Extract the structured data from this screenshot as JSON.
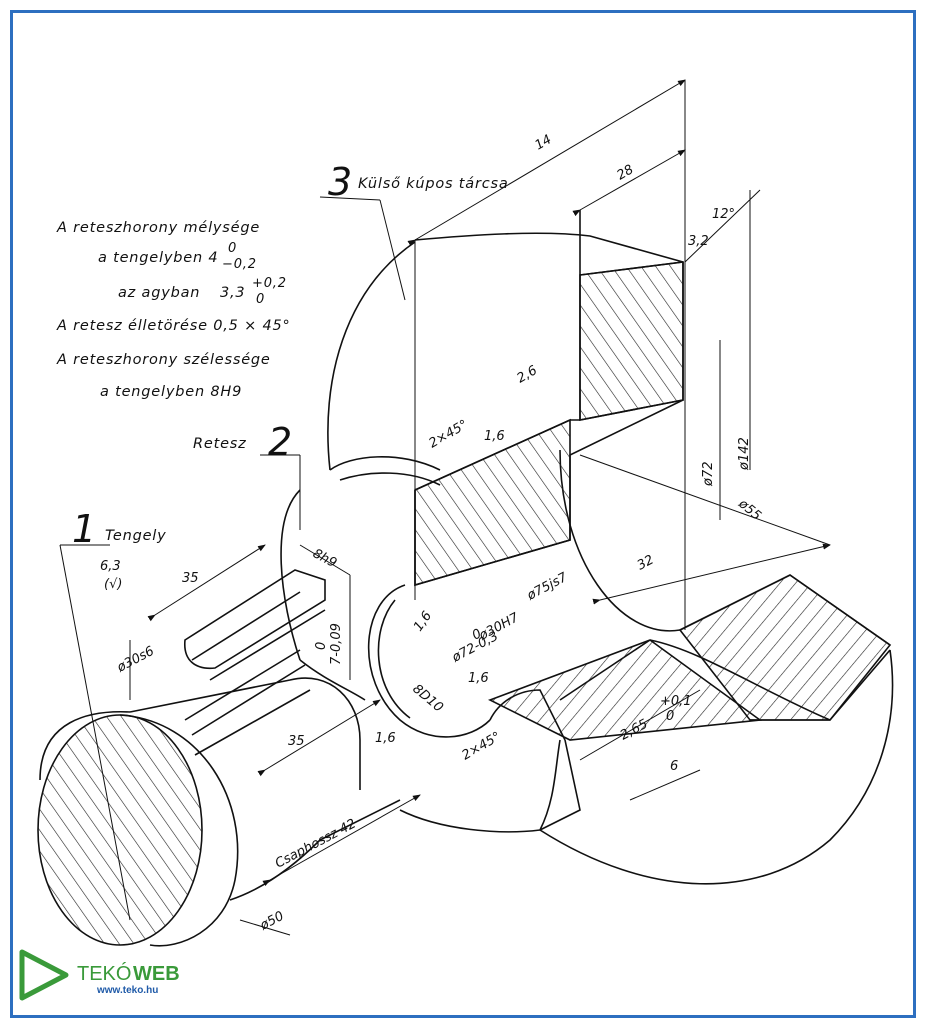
{
  "notes": {
    "line1": "A reteszhorony  mélysége",
    "line2": "a tengelyben  4",
    "line2_sup": "0",
    "line2_sub": "−0,2",
    "line3": "az agyban",
    "line3_val": "3,3",
    "line3_sup": "+0,2",
    "line3_sub": "0",
    "line4": "A retesz élletörése 0,5 × 45°",
    "line5": "A reteszhorony szélessége",
    "line6": "a tengelyben 8H9"
  },
  "parts": {
    "p1_num": "1",
    "p1_name": "Tengely",
    "p2_num": "2",
    "p2_name": "Retesz",
    "p3_num": "3",
    "p3_name": "Külső kúpos tárcsa"
  },
  "dims": {
    "d14": "14",
    "d28": "28",
    "d12deg": "12°",
    "d32a": "3,2",
    "d26": "2,6",
    "d2x45a": "2×45°",
    "d16a": "1,6",
    "d72": "ø72",
    "d142": "ø142",
    "d55": "ø55",
    "d32": "32",
    "d75js7": "ø75js7",
    "d8h9": "8h9",
    "d35a": "35",
    "d63": "6,3",
    "d63b": "(√)",
    "d30s6": "ø30s6",
    "d7009": "7-0,09",
    "d7009sup": "0",
    "d16b": "1,6",
    "d30H7": "ø30H7",
    "d72_03": "ø72-0,3",
    "d72_03sup": "0",
    "d8D10": "8D10",
    "d16c": "1,6",
    "d35b": "35",
    "d16d": "1,6",
    "d2x45b": "2×45°",
    "d265": "2,65",
    "d265sup": "+0,1",
    "d265sub": "0",
    "d6": "6",
    "csap": "Csaphossz 42",
    "d50": "ø50"
  },
  "logo": {
    "brand_light": "TEKÓ",
    "brand_bold": "WEB",
    "url": "www.teko.hu",
    "color_green": "#3a9a3a",
    "color_blue": "#1f5aa8"
  }
}
